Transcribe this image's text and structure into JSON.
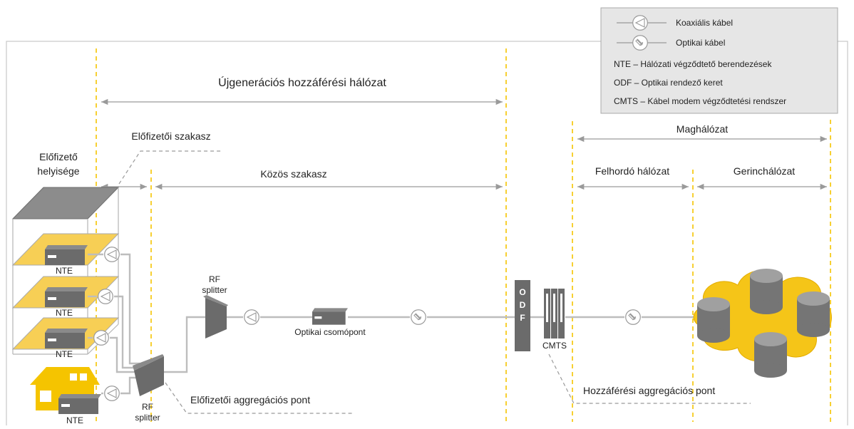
{
  "legend": {
    "coax_label": "Koaxiális kábel",
    "optical_label": "Optikai kábel",
    "nte_def": "NTE – Hálózati végződtető berendezések",
    "odf_def": "ODF – Optikai rendező keret",
    "cmts_def": "CMTS – Kábel modem végződtetési rendszer"
  },
  "segments": {
    "next_gen": "Újgenerációs hozzáférési hálózat",
    "subscriber_section": "Előfizetői szakasz",
    "shared_section": "Közös szakasz",
    "core_network": "Maghálózat",
    "feeder_network": "Felhordó hálózat",
    "backbone_network": "Gerinchálózat"
  },
  "premises": {
    "line1": "Előfizető",
    "line2": "helyisége"
  },
  "devices": {
    "nte": "NTE",
    "rf": "RF",
    "splitter": "splitter",
    "optical_node": "Optikai csomópont",
    "odf_letters": [
      "O",
      "D",
      "F"
    ],
    "cmts": "CMTS"
  },
  "points": {
    "subscriber_aggregation": "Előfizetői aggregációs pont",
    "access_aggregation": "Hozzáférési aggregációs pont"
  },
  "colors": {
    "accent_yellow": "#f5c400",
    "floor_fill": "#f7cf55",
    "cloud_fill": "#f5c518",
    "device_gray": "#6b6b6b",
    "cable_gray": "#bdbdbd",
    "legend_bg": "#e6e6e6"
  }
}
